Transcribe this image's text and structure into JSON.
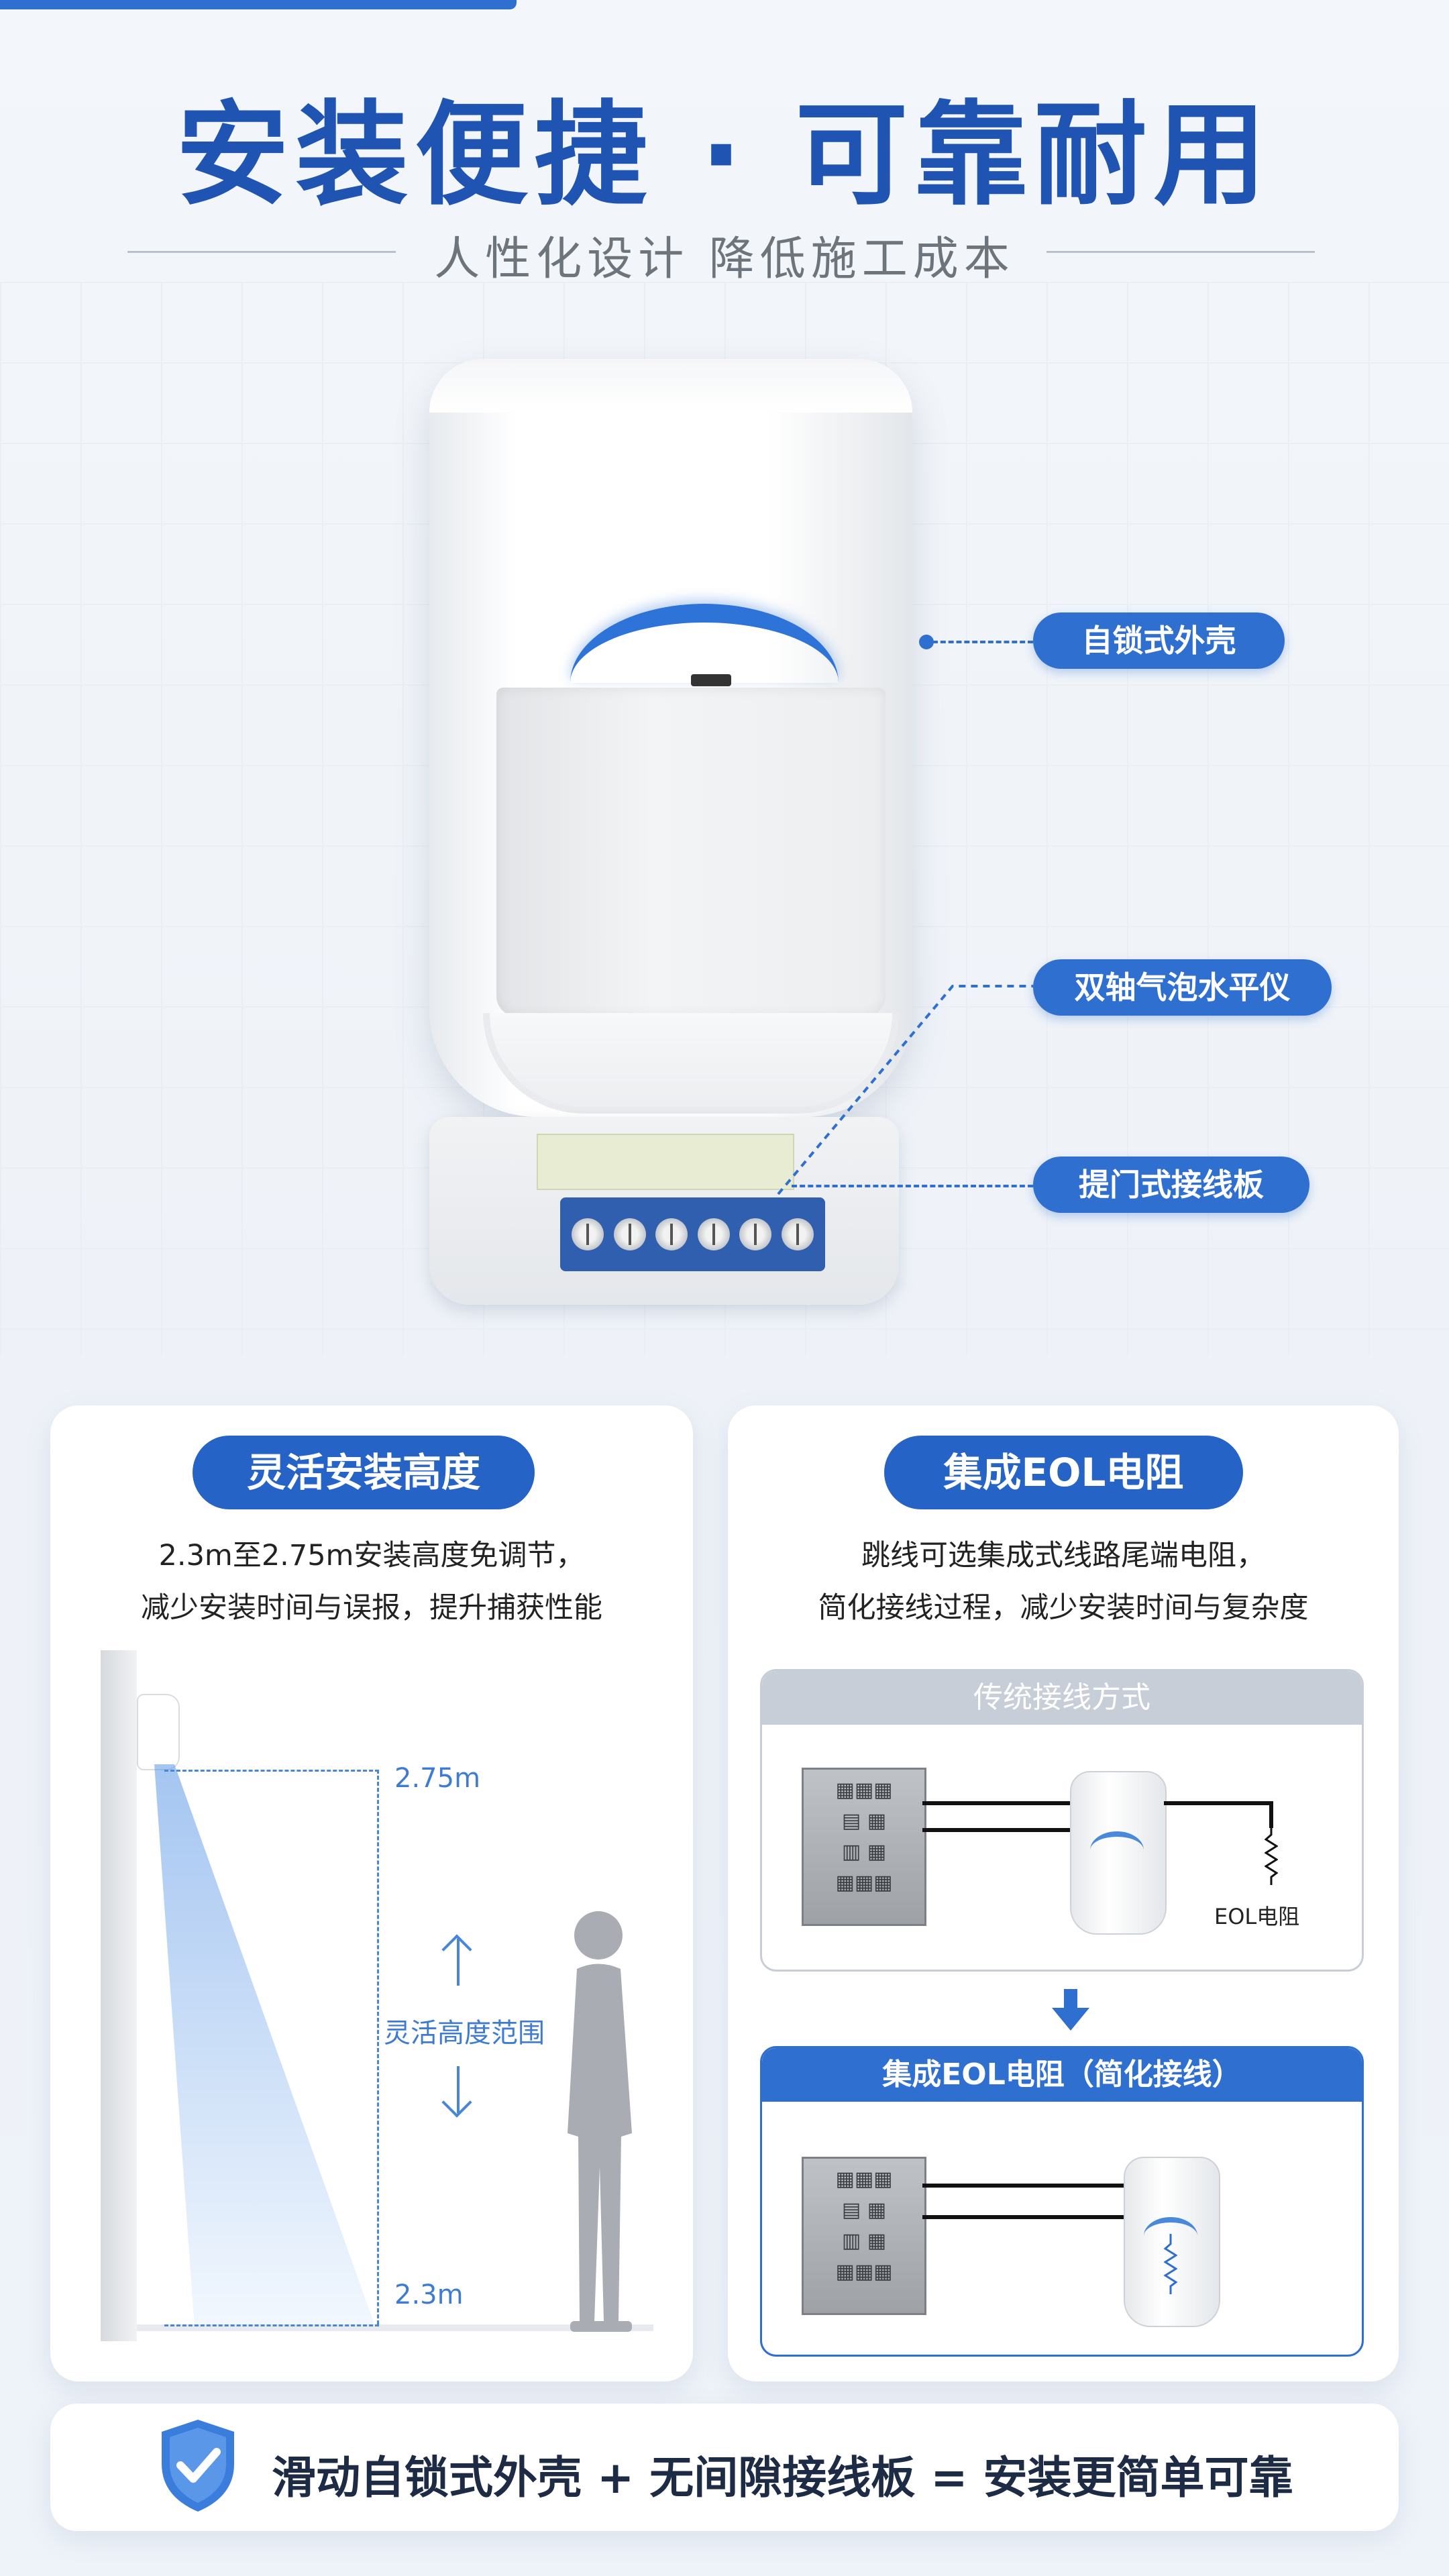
{
  "header": {
    "title": "安装便捷 · 可靠耐用",
    "subtitle": "人性化设计 降低施工成本"
  },
  "callouts": [
    {
      "label": "自锁式外壳"
    },
    {
      "label": "双轴气泡水平仪"
    },
    {
      "label": "提门式接线板"
    }
  ],
  "left_card": {
    "title": "灵活安装高度",
    "desc_line1": "2.3m至2.75m安装高度免调节，",
    "desc_line2": "减少安装时间与误报，提升捕获性能",
    "height_top": "2.75m",
    "height_bottom": "2.3m",
    "range_label": "灵活高度范围"
  },
  "right_card": {
    "title": "集成EOL电阻",
    "desc_line1": "跳线可选集成式线路尾端电阻，",
    "desc_line2": "简化接线过程，减少安装时间与复杂度",
    "traditional": {
      "heading": "传统接线方式",
      "eol_label": "EOL电阻"
    },
    "integrated": {
      "heading": "集成EOL电阻（简化接线）"
    }
  },
  "banner": {
    "text": "滑动自锁式外壳 + 无间隙接线板 = 安装更简单可靠"
  },
  "colors": {
    "brand_blue": "#2563c7",
    "title_blue": "#1f54b3"
  }
}
